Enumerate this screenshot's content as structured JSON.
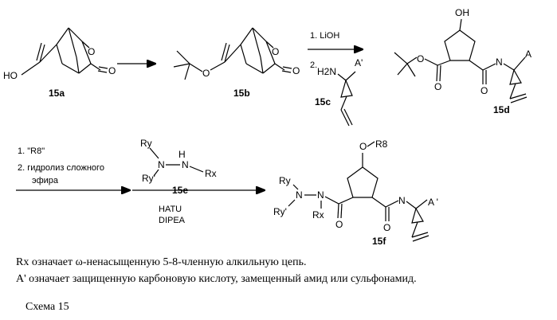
{
  "compounds": {
    "c15a": {
      "label": "15a",
      "atoms": {
        "ho": "HO",
        "o_ring": "O",
        "o_keto": "O"
      }
    },
    "c15b": {
      "label": "15b",
      "atoms": {
        "o_ester": "O",
        "o_ring": "O",
        "o_keto": "O"
      }
    },
    "c15c": {
      "label": "15c",
      "atoms": {
        "h2n": "H2N",
        "a_prime": "A'"
      }
    },
    "c15d": {
      "label": "15d",
      "atoms": {
        "oh": "OH",
        "o_ester": "O",
        "o_carbonyl1": "O",
        "o_carbonyl2": "O",
        "n": "N",
        "a": "A"
      }
    },
    "c15e": {
      "label": "15e",
      "atoms": {
        "ry": "Ry",
        "ry_prime": "Ry'",
        "n1": "N",
        "n2": "N",
        "h": "H",
        "rx": "Rx"
      }
    },
    "c15f": {
      "label": "15f",
      "atoms": {
        "o_r8": "O",
        "r8": "R8",
        "ry": "Ry",
        "ry_prime": "Ry'",
        "n1": "N",
        "n2": "N",
        "rx": "Rx",
        "o_carbonyl1": "O",
        "o_carbonyl2": "O",
        "n_amide": "N",
        "a_prime": "A '"
      }
    }
  },
  "conditions": {
    "step1": {
      "line1": "1. LiOH",
      "line2": "2."
    },
    "step2": {
      "line1": "1. \"R8\"",
      "line2": "2. гидролиз сложного",
      "line3": "эфира"
    },
    "step3": {
      "line1": "HATU",
      "line2": "DIPEA"
    }
  },
  "notes": {
    "rx": "Rx означает ω-ненасыщенную 5-8-членную алкильную цепь.",
    "a_prime": "A' означает защищенную карбоновую кислоту, замещенный амид или сульфонамид."
  },
  "caption": "Схема 15"
}
